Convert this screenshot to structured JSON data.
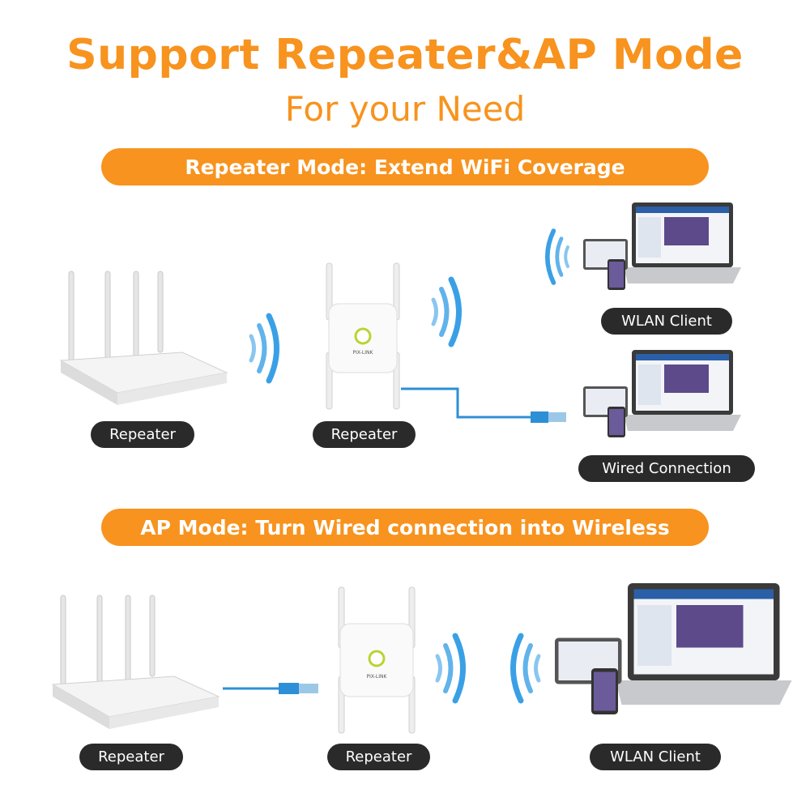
{
  "header": {
    "title": "Support Repeater&AP Mode",
    "subtitle": "For your Need"
  },
  "repeater_mode": {
    "banner": "Repeater Mode: Extend WiFi Coverage",
    "labels": {
      "router": "Repeater",
      "repeater": "Repeater",
      "wlan_client": "WLAN Client",
      "wired": "Wired Connection"
    }
  },
  "ap_mode": {
    "banner": "AP Mode: Turn Wired connection into Wireless",
    "labels": {
      "router": "Repeater",
      "repeater": "Repeater",
      "wlan_client": "WLAN Client"
    }
  },
  "device": {
    "brand": "PIX-LINK"
  },
  "colors": {
    "accent": "#f7931e",
    "label_bg": "#2a2a2a",
    "wifi": "#3aa0e6",
    "cable": "#2d8fd6"
  }
}
